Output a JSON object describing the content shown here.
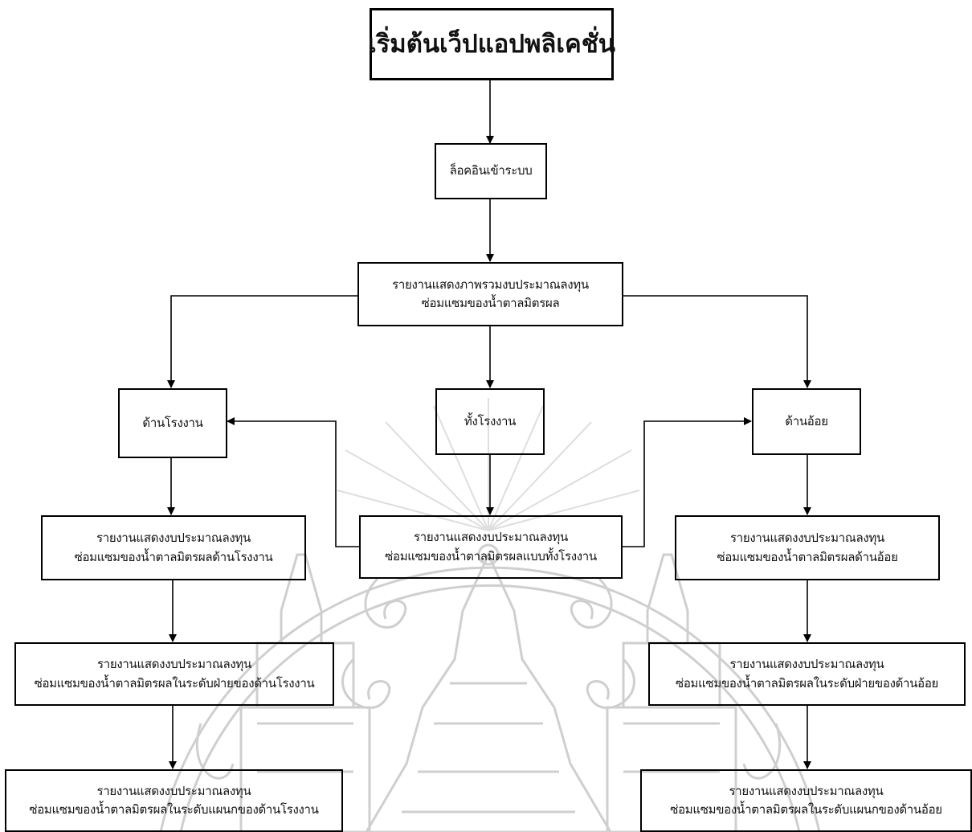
{
  "nodes": {
    "start": "เริ่มต้นเว็ปแอปพลิเคชั่น",
    "login": "ล็อคอินเข้าระบบ",
    "overview": [
      "รายงานแสดงภาพรวมงบประมาณลงทุน",
      "ซ่อมแซมของน้ำตาลมิตรผล"
    ],
    "factory": "ด้านโรงงาน",
    "whole_factory": "ทั้งโรงงาน",
    "cane": "ด้านอ้อย",
    "factory_report": [
      "รายงานแสดงงบประมาณลงทุน",
      "ซ่อมแซมของน้ำตาลมิตรผลด้านโรงงาน"
    ],
    "whole_report": [
      "รายงานแสดงงบประมาณลงทุน",
      "ซ่อมแซมของน้ำตาลมิตรผลแบบทั้งโรงงาน"
    ],
    "cane_report": [
      "รายงานแสดงงบประมาณลงทุน",
      "ซ่อมแซมของน้ำตาลมิตรผลด้านอ้อย"
    ],
    "factory_division": [
      "รายงานแสดงงบประมาณลงทุน",
      "ซ่อมแซมของน้ำตาลมิตรผลในระดับฝ่ายของด้านโรงงาน"
    ],
    "cane_division": [
      "รายงานแสดงงบประมาณลงทุน",
      "ซ่อมแซมของน้ำตาลมิตรผลในระดับฝ่ายของด้านอ้อย"
    ],
    "factory_department": [
      "รายงานแสดงงบประมาณลงทุน",
      "ซ่อมแซมของน้ำตาลมิตรผลในระดับแผนกของด้านโรงงาน"
    ],
    "cane_department": [
      "รายงานแสดงงบประมาณลงทุน",
      "ซ่อมแซมของน้ำตาลมิตรผลในระดับแผนกของด้านอ้อย"
    ]
  },
  "colors": {
    "line": "#000000",
    "text": "#111111",
    "watermark": "#b9b9b9"
  }
}
